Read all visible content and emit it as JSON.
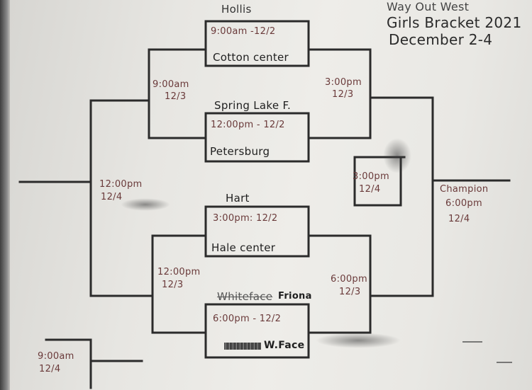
{
  "header": {
    "line1": "Way Out West",
    "line2": "Girls Bracket 2021",
    "line3": "December 2-4"
  },
  "first_round": [
    {
      "top_team": "Hollis",
      "time": "9:00am -12/2",
      "bottom_team": "Cotton center"
    },
    {
      "top_team": "Spring Lake F.",
      "time": "12:00pm - 12/2",
      "bottom_team": "Petersburg"
    },
    {
      "top_team": "Hart",
      "time": "3:00pm: 12/2",
      "bottom_team": "Hale center"
    },
    {
      "top_team": "Friona",
      "crossed_out": "Whiteface",
      "time": "6:00pm - 12/2",
      "bottom_team": "W.Face"
    }
  ],
  "left_side": {
    "semi_top": {
      "time": "9:00am",
      "date": "12/3"
    },
    "semi_bottom": {
      "time": "12:00pm",
      "date": "12/3"
    },
    "final": {
      "time": "12:00pm",
      "date": "12/4"
    },
    "consolation": {
      "time": "9:00am",
      "date": "12/4"
    }
  },
  "right_side": {
    "semi_top": {
      "time": "3:00pm",
      "date": "12/3"
    },
    "semi_bottom": {
      "time": "6:00pm",
      "date": "12/3"
    },
    "final": {
      "time": "3:00pm",
      "date": "12/4"
    }
  },
  "champion": {
    "label": "Champion",
    "time": "6:00pm",
    "date": "12/4"
  }
}
